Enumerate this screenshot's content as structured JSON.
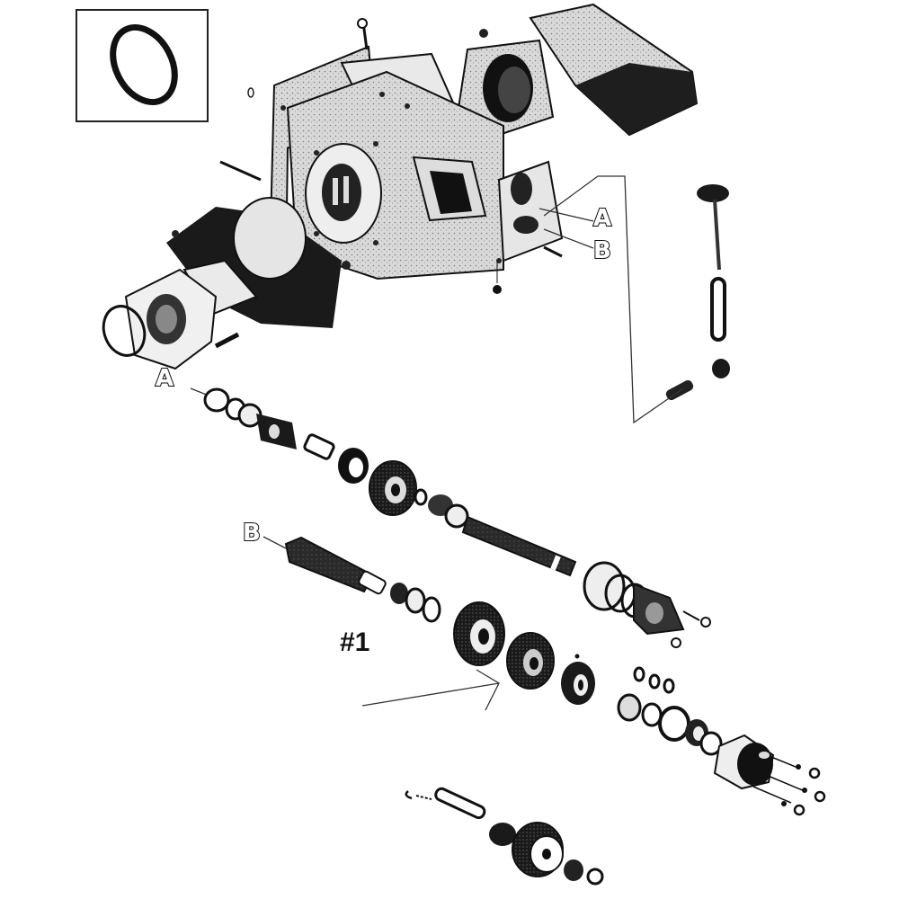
{
  "diagram": {
    "type": "exploded-view parts illustration",
    "subject": "gearbox / transmission assembly",
    "style": "black-and-white scanned line drawing",
    "colors": {
      "background": "#ffffff",
      "ink": "#111111",
      "shade": "#3a3a3a",
      "light_shade": "#8a8a8a"
    }
  },
  "inset": {
    "content": "gasket-ring"
  },
  "callouts": {
    "housing_A": "A",
    "housing_B": "B",
    "shaft_A": "A",
    "shaft_B": "B"
  },
  "reference": {
    "label": "#1",
    "points_to": "cluster-gear"
  },
  "components": [
    {
      "id": "gasket-inset",
      "name": "Gasket"
    },
    {
      "id": "main-housing",
      "name": "Gearbox housing"
    },
    {
      "id": "left-bell-housing",
      "name": "Bell housing (left)"
    },
    {
      "id": "right-bell-housing",
      "name": "Bell housing (right)"
    },
    {
      "id": "shifter-lever",
      "name": "Shift lever with knob"
    },
    {
      "id": "input-shaft-stack",
      "name": "Input shaft assembly (A)"
    },
    {
      "id": "countershaft-stack",
      "name": "Countershaft assembly (B)"
    },
    {
      "id": "cluster-gears",
      "name": "Cluster gears"
    },
    {
      "id": "rear-bearing-cover",
      "name": "Rear bearing cover with bolts"
    },
    {
      "id": "idler-gear-stack",
      "name": "Idler gear and shaft"
    }
  ]
}
